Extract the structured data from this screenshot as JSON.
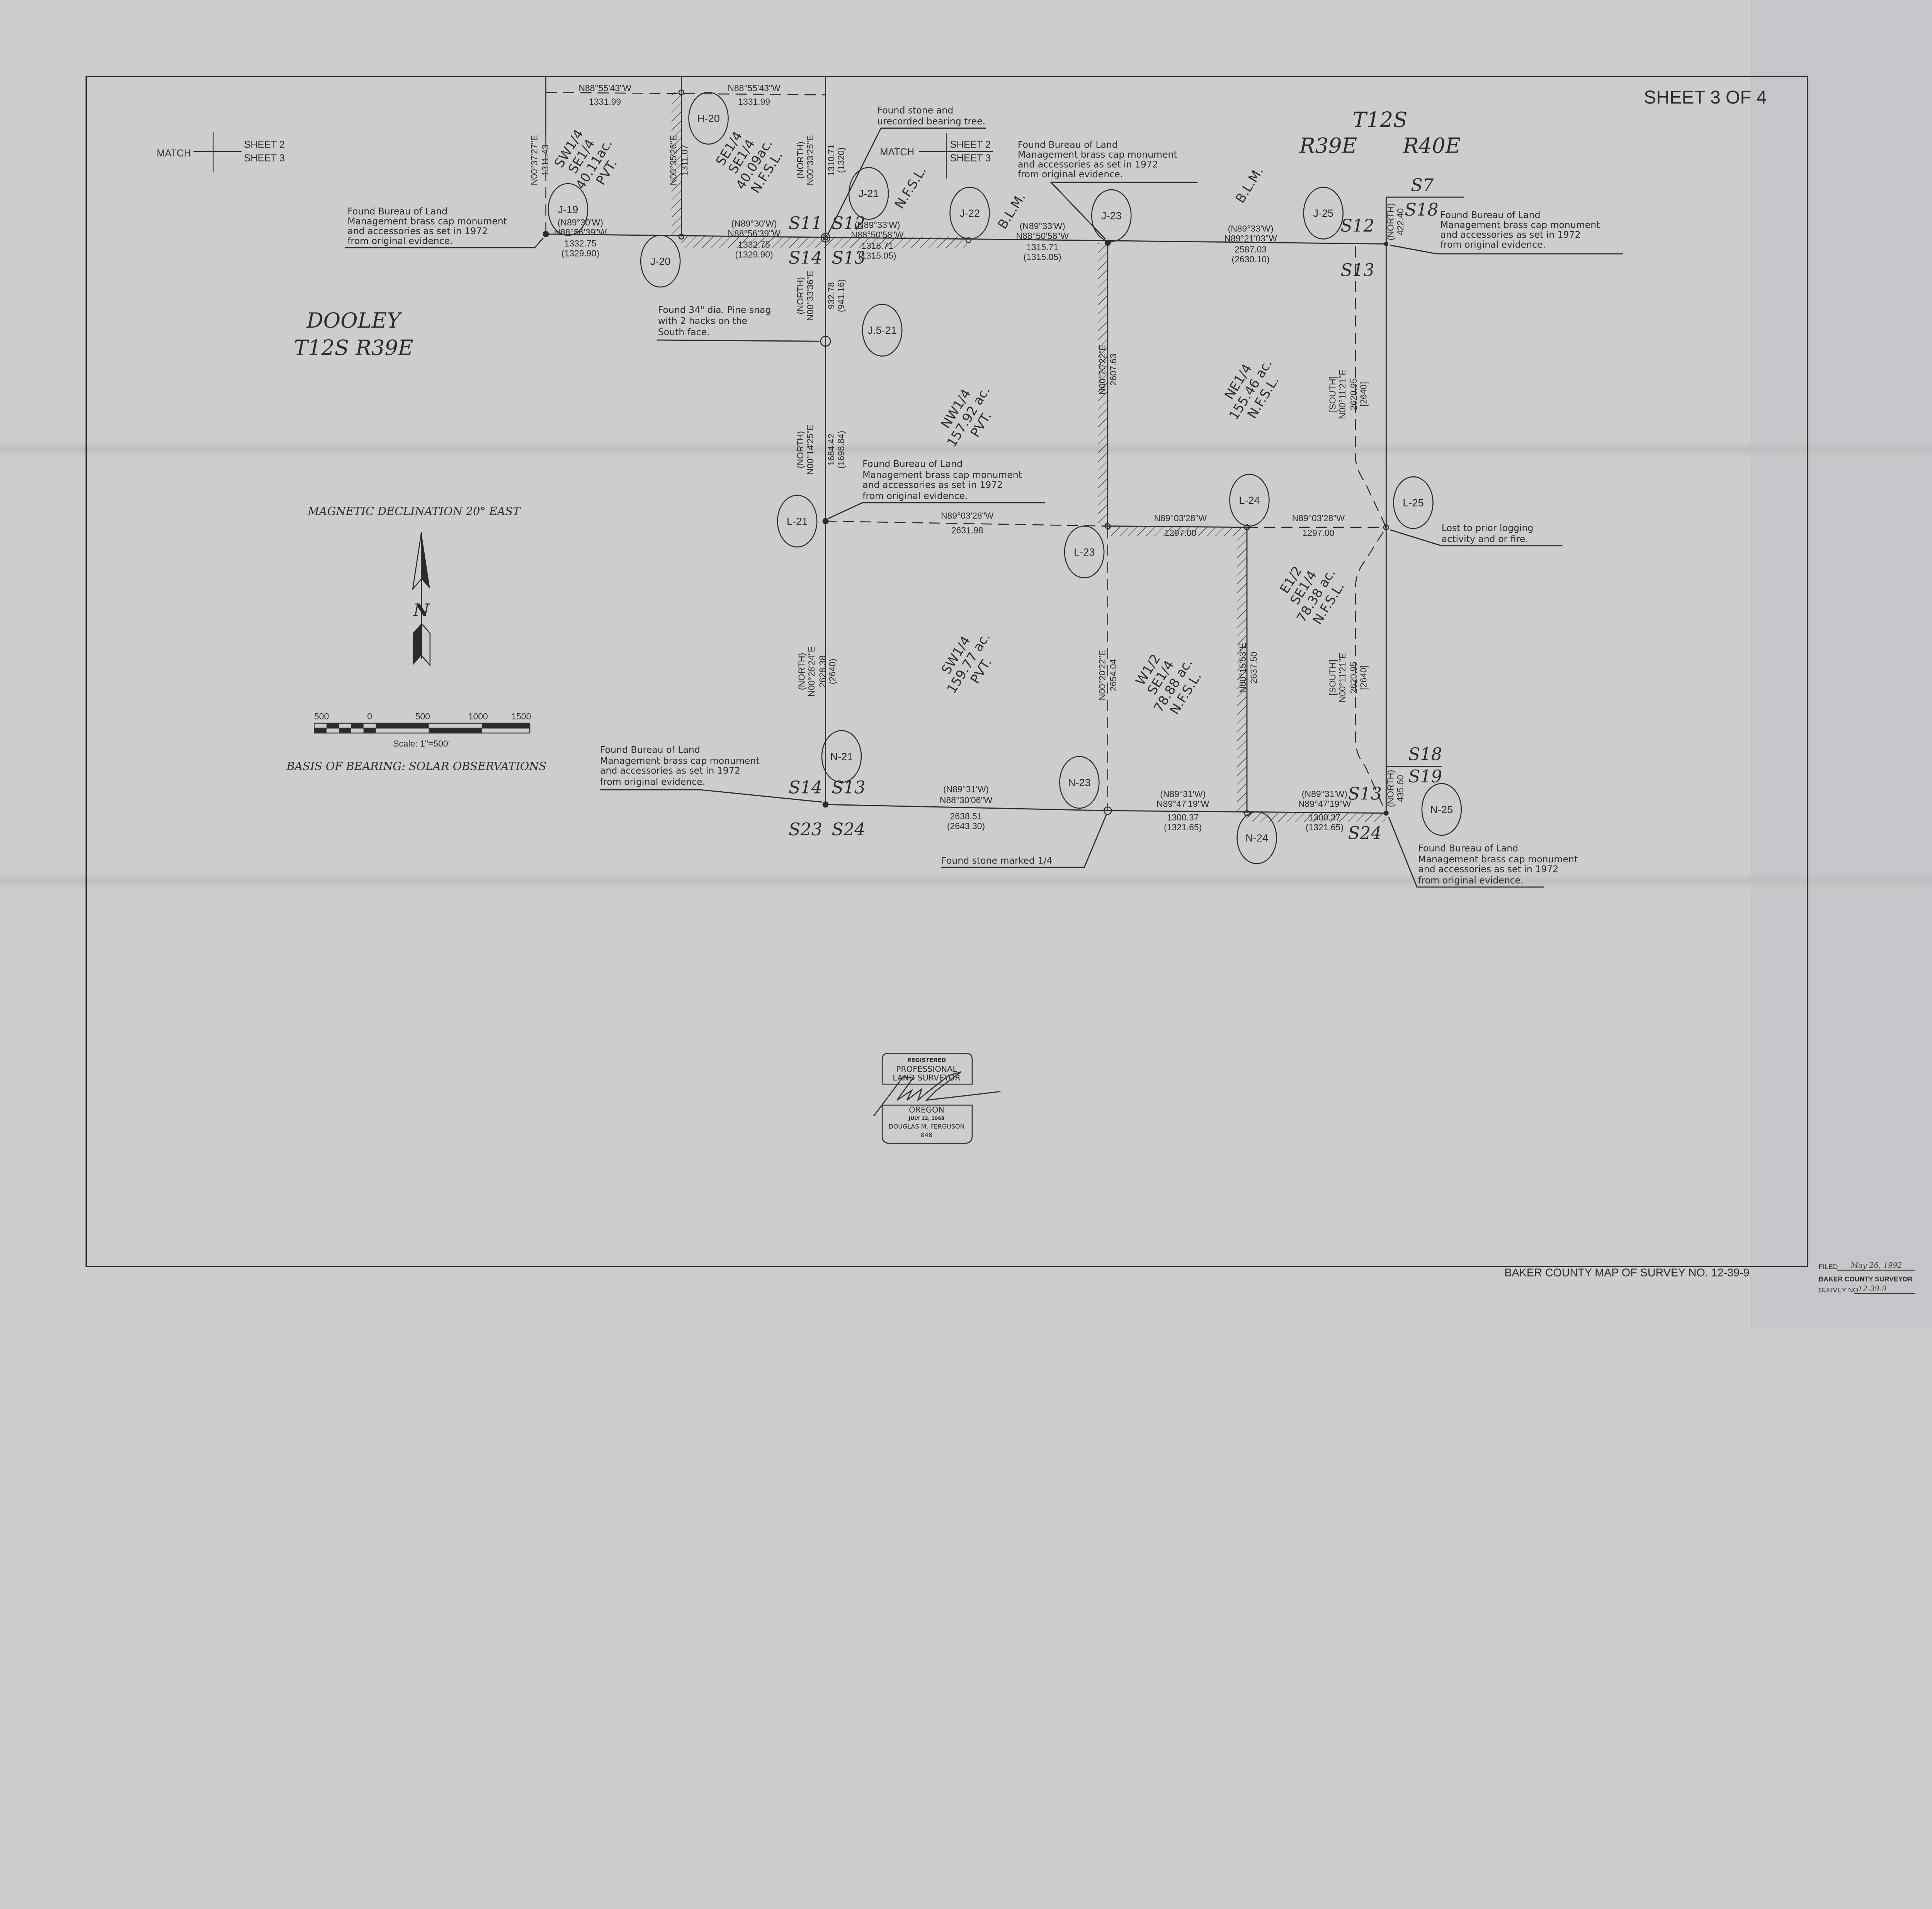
{
  "sheet_label": "SHEET 3 OF 4",
  "match_left": {
    "match": "MATCH",
    "sheet_a": "SHEET 2",
    "sheet_b": "SHEET 3"
  },
  "match_center": {
    "match": "MATCH",
    "sheet_a": "SHEET 2",
    "sheet_b": "SHEET 3"
  },
  "township_west": {
    "name": "DOOLEY",
    "trs": "T12S R39E"
  },
  "township_east": {
    "township": "T12S",
    "range_w": "R39E",
    "range_e": "R40E"
  },
  "sections": {
    "s11": "S11",
    "s12": "S12",
    "s14": "S14",
    "s13": "S13",
    "s12_east": "S12",
    "s13_east": "S13",
    "s7": "S7",
    "s18": "S18",
    "s14_south": "S14",
    "s13_south": "S13",
    "s23": "S23",
    "s24": "S24",
    "s13_se": "S13",
    "s18_se": "S18",
    "s19": "S19",
    "s24_se": "S24"
  },
  "monuments": [
    "J-19",
    "J-20",
    "H-20",
    "J-21",
    "J-22",
    "J-23",
    "J-25",
    "J.5-21",
    "L-21",
    "L-23",
    "L-24",
    "L-25",
    "N-21",
    "N-23",
    "N-24",
    "N-25"
  ],
  "top_courses": [
    {
      "bearing": "N88°55'43\"W",
      "distance": "1331.99"
    },
    {
      "bearing": "N88°55'43\"W",
      "distance": "1331.99"
    }
  ],
  "north_courses": [
    {
      "record": "(N89°30'W)",
      "bearing": "N88°56'39\"W",
      "distance": "1332.75",
      "record_distance": "(1329.90)"
    },
    {
      "record": "(N89°30'W)",
      "bearing": "N88°56'39\"W",
      "distance": "1332.75",
      "record_distance": "(1329.90)"
    },
    {
      "record": "(N89°33'W)",
      "bearing": "N88°50'58\"W",
      "distance": "1315.71",
      "record_distance": "(1315.05)"
    },
    {
      "record": "(N89°33'W)",
      "bearing": "N88°50'58\"W",
      "distance": "1315.71",
      "record_distance": "(1315.05)"
    },
    {
      "record": "(N89°33'W)",
      "bearing": "N89°21'03\"W",
      "distance": "2587.03",
      "record_distance": "(2630.10)"
    }
  ],
  "middle_courses": [
    {
      "bearing": "N89°03'28\"W",
      "distance": "2631.98"
    },
    {
      "bearing": "N89°03'28\"W",
      "distance": "1297.00"
    },
    {
      "bearing": "N89°03'28\"W",
      "distance": "1297.00"
    }
  ],
  "south_courses": [
    {
      "record": "(N89°31'W)",
      "bearing": "N88°30'06\"W",
      "distance": "2638.51",
      "record_distance": "(2643.30)"
    },
    {
      "record": "(N89°31'W)",
      "bearing": "N89°47'19\"W",
      "distance": "1300.37",
      "record_distance": "(1321.65)"
    },
    {
      "record": "(N89°31'W)",
      "bearing": "N89°47'19\"W",
      "distance": "1300.37",
      "record_distance": "(1321.65)"
    }
  ],
  "vertical_courses": [
    {
      "record": "",
      "bearing": "N00°37'27\"E",
      "distance": "1311.43",
      "record_distance": ""
    },
    {
      "record": "",
      "bearing": "N00°35'26\"E",
      "distance": "1311.07",
      "record_distance": ""
    },
    {
      "record": "(NORTH)",
      "bearing": "N00°33'25\"E",
      "distance": "1310.71",
      "record_distance": "(1320)"
    },
    {
      "record": "(NORTH)",
      "bearing": "N00°33'36\"E",
      "distance": "932.78",
      "record_distance": "(941.16)"
    },
    {
      "record": "(NORTH)",
      "bearing": "N00°14'25\"E",
      "distance": "1684.42",
      "record_distance": "(1698.84)"
    },
    {
      "record": "",
      "bearing": "N00°20'22\"E",
      "distance": "2607.63",
      "record_distance": ""
    },
    {
      "record": "[SOUTH]",
      "bearing": "N00°11'21\"E",
      "distance": "2620.95",
      "record_distance": "[2640]"
    },
    {
      "record": "(NORTH)",
      "bearing": "N00°28'24\"E",
      "distance": "2628.38",
      "record_distance": "(2640)"
    },
    {
      "record": "",
      "bearing": "N00°20'22\"E",
      "distance": "2654.04",
      "record_distance": ""
    },
    {
      "record": "",
      "bearing": "N00°15'53\"E",
      "distance": "2637.50",
      "record_distance": ""
    },
    {
      "record": "[SOUTH]",
      "bearing": "N00°11'21\"E",
      "distance": "2620.95",
      "record_distance": "[2640]"
    },
    {
      "record": "(NORTH)",
      "bearing": "",
      "distance": "422.40",
      "record_distance": ""
    },
    {
      "record": "(NORTH)",
      "bearing": "",
      "distance": "435.60",
      "record_distance": ""
    }
  ],
  "parcels": [
    {
      "lines": [
        "SW1/4",
        "SE1/4",
        "40.11ac.",
        "PVT."
      ]
    },
    {
      "lines": [
        "SE1/4",
        "SE1/4",
        "40.09ac.",
        "N.F.S.L."
      ]
    },
    {
      "lines": [
        "N.F.S.L."
      ]
    },
    {
      "lines": [
        "B.L.M."
      ]
    },
    {
      "lines": [
        "B.L.M."
      ]
    },
    {
      "lines": [
        "NW1/4",
        "157.92 ac.",
        "PVT."
      ]
    },
    {
      "lines": [
        "NE1/4",
        "155.46 ac.",
        "N.F.S.L."
      ]
    },
    {
      "lines": [
        "SW1/4",
        "159.77 ac.",
        "PVT."
      ]
    },
    {
      "lines": [
        "W1/2",
        "SE1/4",
        "78.88 ac.",
        "N.F.S.L."
      ]
    },
    {
      "lines": [
        "E1/2",
        "SE1/4",
        "78.38 ac.",
        "N.F.S.L."
      ]
    }
  ],
  "notes": {
    "blm_j19": [
      "Found Bureau of Land",
      "Management brass cap monument",
      "and accessories as set in 1972",
      "from original evidence."
    ],
    "stone_tree": [
      "Found stone and",
      "urecorded bearing tree."
    ],
    "blm_j23": [
      "Found Bureau of Land",
      "Management brass cap monument",
      "and accessories as set in 1972",
      "from original evidence."
    ],
    "blm_s18": [
      "Found Bureau of Land",
      "Management brass cap monument",
      "and accessories as set in 1972",
      "from original evidence."
    ],
    "pine_snag": [
      "Found 34\" dia. Pine snag",
      "with 2 hacks on the",
      "South face."
    ],
    "blm_l21": [
      "Found Bureau of Land",
      "Management brass cap monument",
      "and accessories as set in 1972",
      "from original evidence."
    ],
    "lost": [
      "Lost to prior logging",
      "activity and or fire."
    ],
    "blm_n21": [
      "Found Bureau of Land",
      "Management brass cap monument",
      "and accessories as set in 1972",
      "from original evidence."
    ],
    "stone_quarter": [
      "Found stone marked 1/4"
    ],
    "blm_n25": [
      "Found Bureau of Land",
      "Management brass cap monument",
      "and accessories as set in 1972",
      "from original evidence."
    ]
  },
  "legend": {
    "declination": "MAGNETIC DECLINATION 20° EAST",
    "north_letter": "N",
    "scale_ticks": [
      "500",
      "0",
      "500",
      "1000",
      "1500"
    ],
    "scale_text": "Scale: 1\"=500'",
    "basis": "BASIS OF BEARING: SOLAR OBSERVATIONS"
  },
  "seal": {
    "line1": "REGISTERED",
    "line2": "PROFESSIONAL",
    "line3": "LAND SURVEYOR",
    "state": "OREGON",
    "date": "JULY 12, 1968",
    "name": "DOUGLAS M. FERGUSON",
    "number": "848"
  },
  "title_block": {
    "title": "BAKER COUNTY MAP OF SURVEY NO. 12-39-9",
    "filed_label": "FILED",
    "filed_date": "May 26, 1992",
    "surveyor": "BAKER COUNTY SURVEYOR",
    "survey_no_label": "SURVEY NO.",
    "survey_no": "12-39-9"
  },
  "colors": {
    "paper": "#cdcdd0",
    "ink": "#2b2b2b"
  }
}
